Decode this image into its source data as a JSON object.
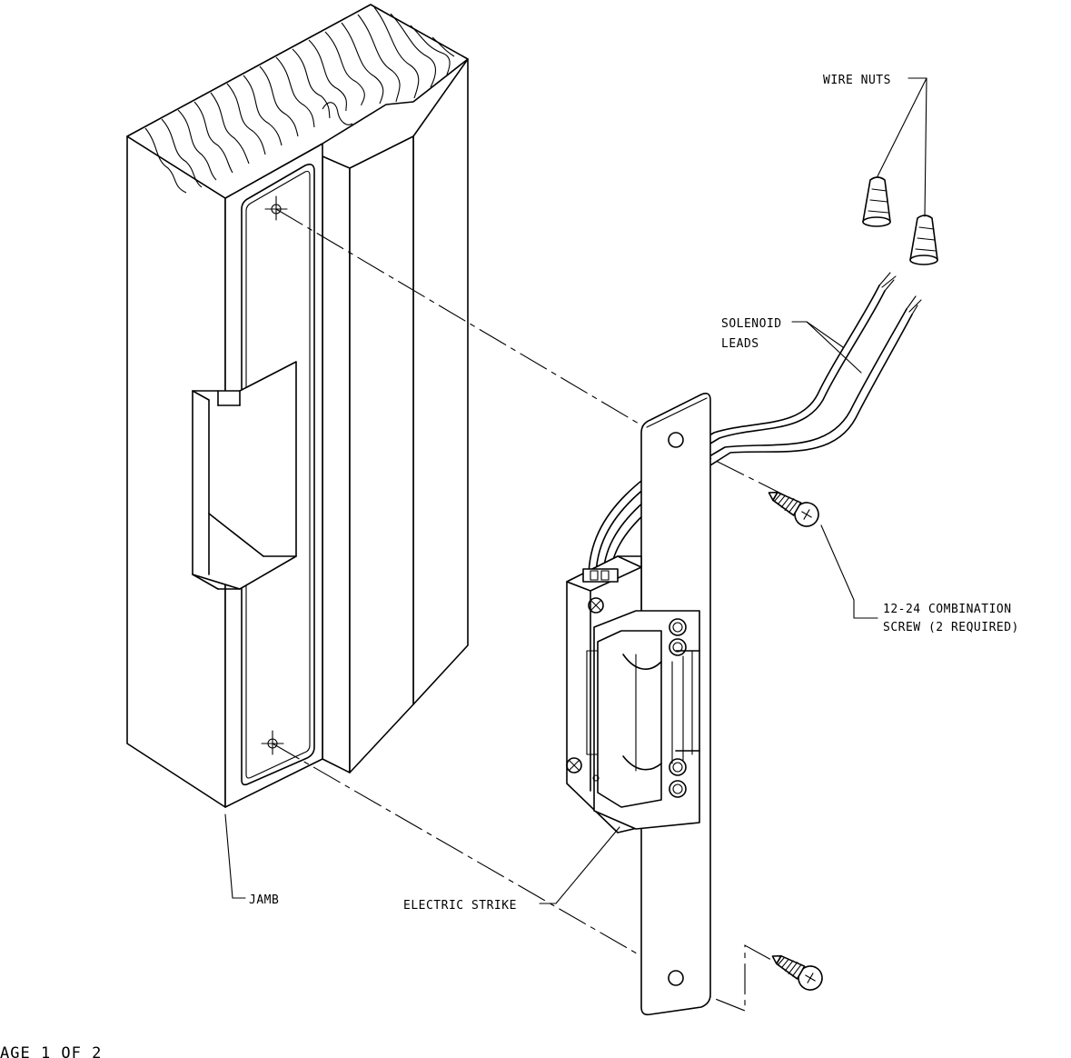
{
  "labels": {
    "wire_nuts": "WIRE NUTS",
    "solenoid_leads_1": "SOLENOID",
    "solenoid_leads_2": "LEADS",
    "screw_1": "12-24 COMBINATION",
    "screw_2": "SCREW (2 REQUIRED)",
    "jamb": "JAMB",
    "electric_strike": "ELECTRIC STRIKE"
  },
  "page_label": "AGE 1 OF 2"
}
